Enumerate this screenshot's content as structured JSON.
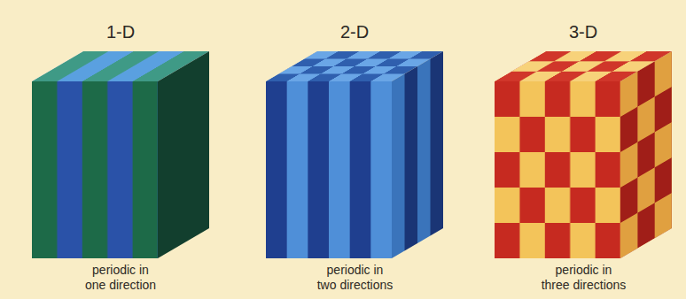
{
  "diagram": {
    "labels": [
      "1-D",
      "2-D",
      "3-D",
      "periodic in one direction",
      "periodic in two directions",
      "periodic in three directions"
    ]
  }
}
